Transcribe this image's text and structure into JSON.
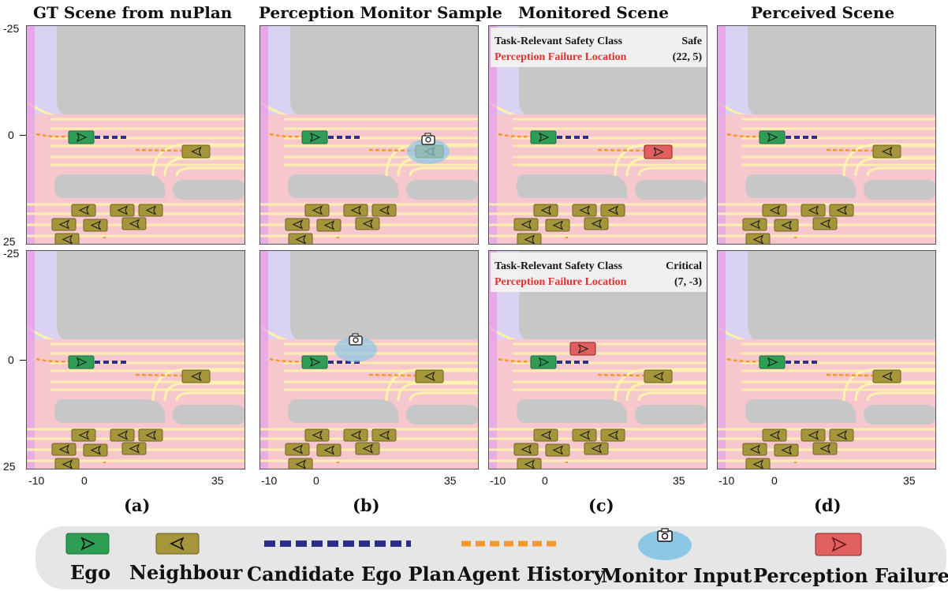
{
  "columns": [
    {
      "title": "GT Scene from nuPlan",
      "sub": "(a)"
    },
    {
      "title": "Perception Monitor Sample",
      "sub": "(b)"
    },
    {
      "title": "Monitored Scene",
      "sub": "(c)"
    },
    {
      "title": "Perceived Scene",
      "sub": "(d)"
    }
  ],
  "axes": {
    "y_ticks_top": [
      "-25",
      "0",
      "25"
    ],
    "y_ticks_bottom": [
      "-25",
      "0",
      "25"
    ],
    "x_ticks": [
      "-10",
      "0",
      "35"
    ]
  },
  "info_top": {
    "class_label": "Task-Relevant Safety Class",
    "class_value": "Safe",
    "loc_label": "Perception Failure Location",
    "loc_value": "(22, 5)"
  },
  "info_bottom": {
    "class_label": "Task-Relevant Safety Class",
    "class_value": "Critical",
    "loc_label": "Perception Failure Location",
    "loc_value": "(7, -3)"
  },
  "legend": {
    "ego": "Ego",
    "neighbour": "Neighbour",
    "plan": "Candidate Ego Plan",
    "history": "Agent History",
    "monitor": "Monitor Input",
    "failure": "Perception Failure"
  },
  "colors": {
    "ego": "#2e9e55",
    "neighbour": "#a5963c",
    "plan": "#2b2f8a",
    "history": "#f39a2f",
    "monitor": "#8cc8e6",
    "failure": "#e06060",
    "failure_label": "#e03030"
  }
}
